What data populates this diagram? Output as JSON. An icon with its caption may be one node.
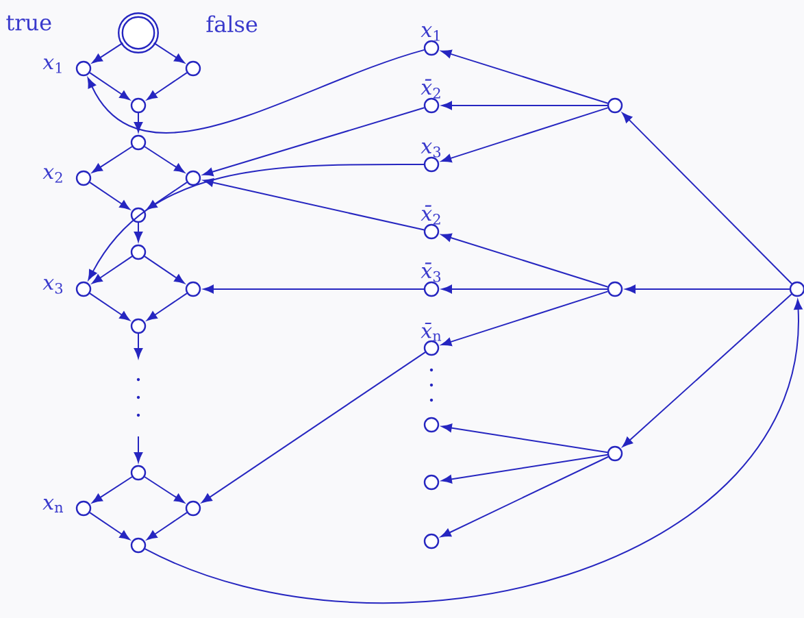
{
  "diagram": {
    "nodes": [
      {
        "text": [],
        "shape": "circle"
      },
      {
        "text": [],
        "shape": "circle",
        "beside": [
          "*x*$_{1}$"
        ]
      },
      {
        "text": [],
        "shape": "circle"
      },
      {
        "text": [],
        "shape": "circle"
      },
      {
        "text": [],
        "shape": "circle"
      },
      {
        "text": [],
        "shape": "circle",
        "beside": [
          "*x*$_{2}$"
        ]
      },
      {
        "text": [],
        "shape": "circle"
      },
      {
        "text": [],
        "shape": "circle"
      },
      {
        "text": [],
        "shape": "circle"
      },
      {
        "text": [],
        "shape": "circle",
        "beside": [
          "*x*$_{3}$"
        ]
      },
      {
        "text": [],
        "shape": "circle"
      },
      {
        "text": [],
        "shape": "circle"
      },
      {
        "text": [],
        "shape": "circle"
      },
      {
        "text": [],
        "shape": "circle",
        "beside": [
          "*x*$_{n}$"
        ]
      },
      {
        "text": [],
        "shape": "circle"
      },
      {
        "text": [],
        "shape": "circle"
      },
      {
        "text": [],
        "shape": "circle",
        "beside": [
          "*x*$_{1}$"
        ]
      },
      {
        "text": [],
        "shape": "circle",
        "beside": [
          "*x̄*$_{2}$"
        ]
      },
      {
        "text": [],
        "shape": "circle",
        "beside": [
          "*x*$_{3}$"
        ]
      },
      {
        "text": [],
        "shape": "circle",
        "beside": [
          "*x̄*$_{2}$"
        ]
      },
      {
        "text": [],
        "shape": "circle",
        "beside": [
          "*x̄*$_{3}$"
        ]
      },
      {
        "text": [],
        "shape": "circle",
        "beside": [
          "*x̄*$_{n}$"
        ]
      },
      {
        "text": [],
        "shape": "circle"
      },
      {
        "text": [],
        "shape": "circle"
      },
      {
        "text": [],
        "shape": "circle"
      },
      {
        "text": [],
        "shape": "circle"
      },
      {
        "text": [],
        "shape": "circle"
      },
      {
        "text": [],
        "shape": "circle"
      },
      {
        "text": [],
        "shape": "circle"
      }
    ],
    "edges": [
      {
        "from": 0,
        "to": 1,
        "arrow": "to"
      },
      {
        "from": 0,
        "to": 2,
        "arrow": "to"
      },
      {
        "from": 1,
        "to": 3,
        "arrow": "to"
      },
      {
        "from": 2,
        "to": 3,
        "arrow": "to"
      },
      {
        "from": 3,
        "to": 4,
        "arrow": "to"
      },
      {
        "from": 4,
        "to": 5,
        "arrow": "to"
      },
      {
        "from": 4,
        "to": 6,
        "arrow": "to"
      },
      {
        "from": 5,
        "to": 7,
        "arrow": "to"
      },
      {
        "from": 6,
        "to": 7,
        "arrow": "to"
      },
      {
        "from": 7,
        "to": 8,
        "arrow": "to"
      },
      {
        "from": 8,
        "to": 9,
        "arrow": "to"
      },
      {
        "from": 8,
        "to": 10,
        "arrow": "to"
      },
      {
        "from": 9,
        "to": 11,
        "arrow": "to"
      },
      {
        "from": 10,
        "to": 11,
        "arrow": "to"
      },
      {
        "from": 11,
        "to": null,
        "arrow": "to"
      },
      {
        "from": null,
        "to": 12,
        "arrow": "to"
      },
      {
        "from": 12,
        "to": 13,
        "arrow": "to"
      },
      {
        "from": 12,
        "to": 14,
        "arrow": "to"
      },
      {
        "from": 13,
        "to": 15,
        "arrow": "to"
      },
      {
        "from": 14,
        "to": 15,
        "arrow": "to"
      },
      {
        "from": 15,
        "to": 28,
        "arrow": "to"
      },
      {
        "from": 28,
        "to": 25,
        "arrow": "to"
      },
      {
        "from": 28,
        "to": 26,
        "arrow": "to"
      },
      {
        "from": 28,
        "to": 27,
        "arrow": "to"
      },
      {
        "from": 25,
        "to": 16,
        "arrow": "to"
      },
      {
        "from": 25,
        "to": 17,
        "arrow": "to"
      },
      {
        "from": 25,
        "to": 18,
        "arrow": "to"
      },
      {
        "from": 26,
        "to": 19,
        "arrow": "to"
      },
      {
        "from": 26,
        "to": 20,
        "arrow": "to"
      },
      {
        "from": 26,
        "to": 21,
        "arrow": "to"
      },
      {
        "from": 27,
        "to": 22,
        "arrow": "to"
      },
      {
        "from": 27,
        "to": 23,
        "arrow": "to"
      },
      {
        "from": 27,
        "to": 24,
        "arrow": "to"
      },
      {
        "from": 16,
        "to": 1,
        "arrow": "to"
      },
      {
        "from": 17,
        "to": 6,
        "arrow": "to"
      },
      {
        "from": 18,
        "to": 9,
        "arrow": "to"
      },
      {
        "from": 19,
        "to": 6,
        "arrow": "to"
      },
      {
        "from": 20,
        "to": 10,
        "arrow": "to"
      },
      {
        "from": 21,
        "to": 14,
        "arrow": "to"
      }
    ],
    "labels": [
      "true",
      "false"
    ]
  }
}
